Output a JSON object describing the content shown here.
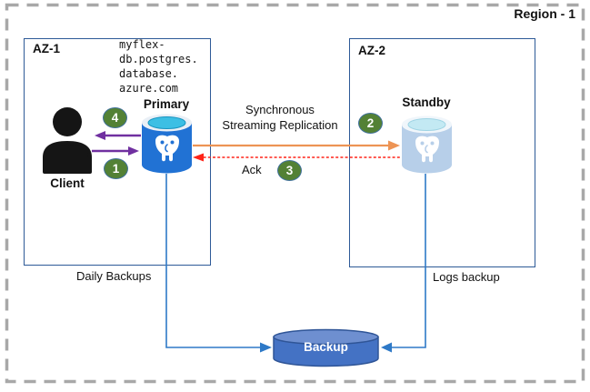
{
  "region": {
    "label": "Region - 1"
  },
  "zones": {
    "az1": {
      "label": "AZ-1"
    },
    "az2": {
      "label": "AZ-2"
    }
  },
  "nodes": {
    "client": {
      "label": "Client"
    },
    "primary": {
      "label": "Primary",
      "hostname": "myflex-\ndb.postgres.\ndatabase.\nazure.com"
    },
    "standby": {
      "label": "Standby"
    },
    "backup": {
      "label": "Backup"
    }
  },
  "flows": {
    "replication": {
      "label": "Synchronous\nStreaming Replication"
    },
    "ack": {
      "label": "Ack"
    },
    "daily_backups": {
      "label": "Daily Backups"
    },
    "logs_backup": {
      "label": "Logs backup"
    }
  },
  "steps": [
    {
      "n": "1"
    },
    {
      "n": "2"
    },
    {
      "n": "3"
    },
    {
      "n": "4"
    }
  ],
  "colors": {
    "region_border": "#A8A8A8",
    "zone_border": "#2E5A97",
    "text": "#111111",
    "primary_blue": "#2172D4",
    "primary_top": "#3CBFE4",
    "primary_top_rim": "#1794C0",
    "standby_blue": "#B7CFE9",
    "standby_top": "#C3E9F3",
    "backup_fill": "#4472C4",
    "backup_top": "#6E8FD0",
    "backup_border": "#2F5597",
    "badge_fill": "#538135",
    "badge_border": "#41719C",
    "purple": "#7030A0",
    "orange": "#ED9455",
    "red": "#FF2418",
    "connector_blue": "#2E79C7",
    "client_black": "#151515"
  }
}
